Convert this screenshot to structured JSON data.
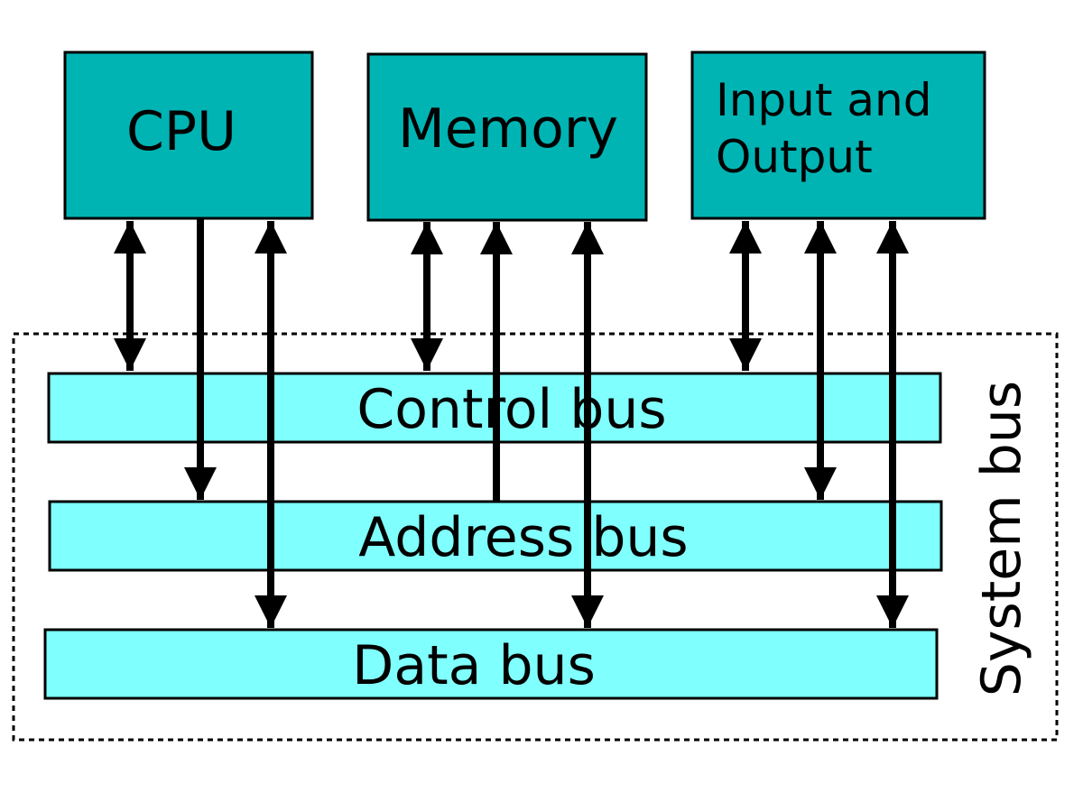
{
  "components": {
    "cpu": "CPU",
    "memory": "Memory",
    "io_line1": "Input and",
    "io_line2": "Output"
  },
  "buses": {
    "control": "Control bus",
    "address": "Address bus",
    "data": "Data bus"
  },
  "system_bus_label": "System bus",
  "colors": {
    "component_fill": "#00b4b4",
    "bus_fill": "#80ffff",
    "stroke": "#000000"
  }
}
